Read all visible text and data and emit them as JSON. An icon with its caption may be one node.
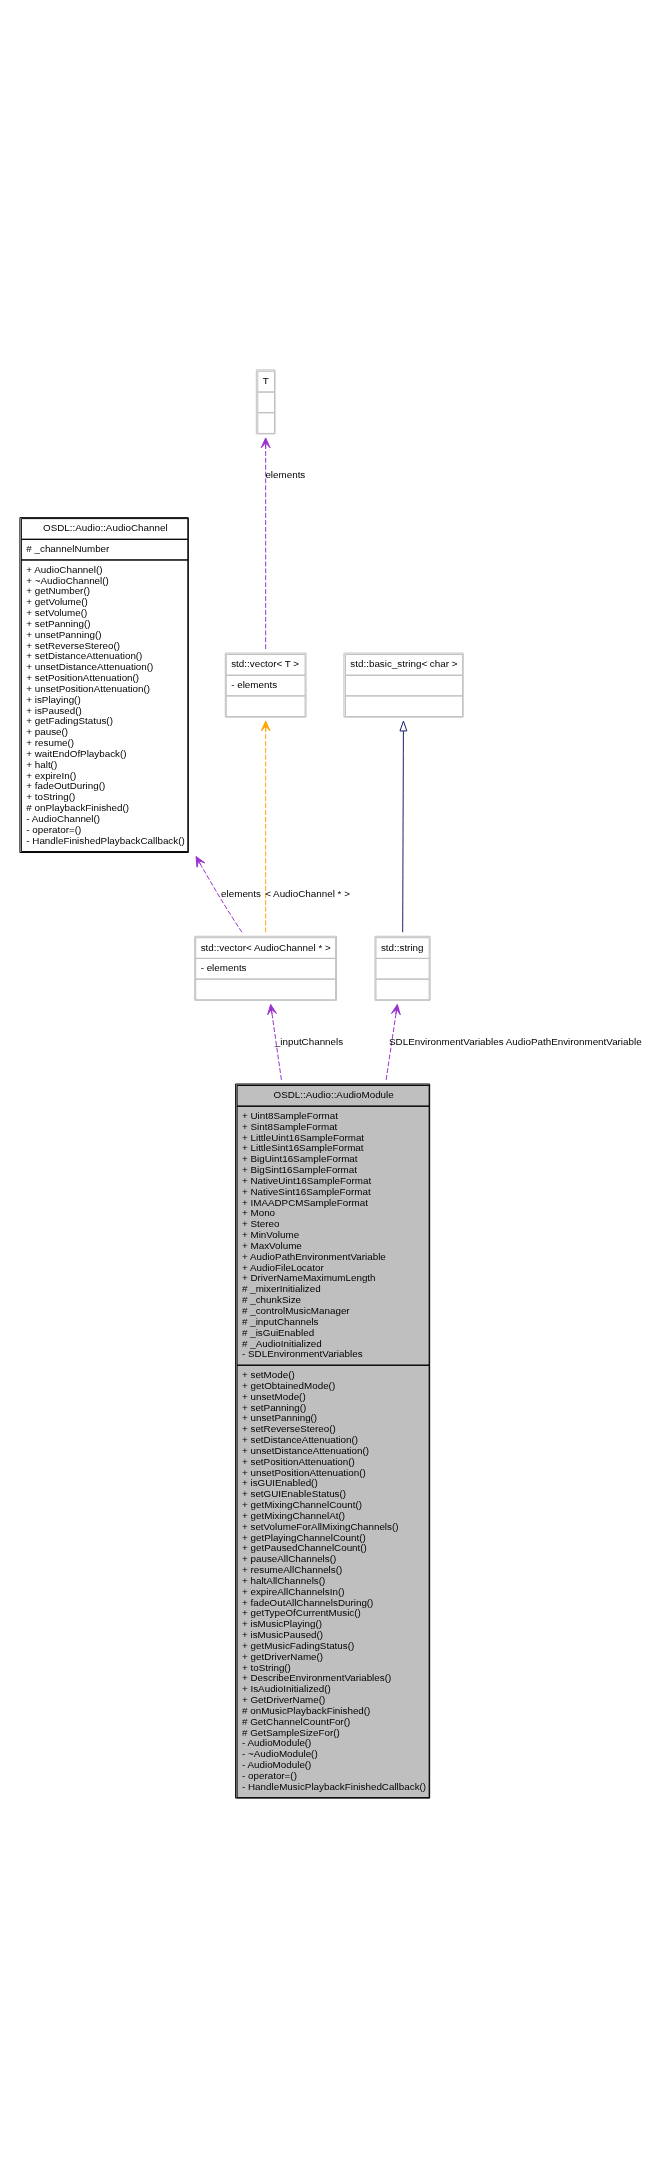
{
  "diagram": {
    "nodes": [
      {
        "text": [
          "T"
        ]
      },
      {
        "text": [
          "OSDL::Audio::AudioChannel",
          "# _channelNumber",
          "+ AudioChannel()",
          "+ ~AudioChannel()",
          "+ getNumber()",
          "+ getVolume()",
          "+ setVolume()",
          "+ setPanning()",
          "+ unsetPanning()",
          "+ setReverseStereo()",
          "+ setDistanceAttenuation()",
          "+ unsetDistanceAttenuation()",
          "+ setPositionAttenuation()",
          "+ unsetPositionAttenuation()",
          "+ isPlaying()",
          "+ isPaused()",
          "+ getFadingStatus()",
          "+ pause()",
          "+ resume()",
          "+ waitEndOfPlayback()",
          "+ halt()",
          "+ expireIn()",
          "+ fadeOutDuring()",
          "+ toString()",
          "# onPlaybackFinished()",
          "- AudioChannel()",
          "- operator=()",
          "- HandleFinishedPlaybackCallback()"
        ]
      },
      {
        "text": [
          "std::vector< T >",
          "- elements"
        ]
      },
      {
        "text": [
          "std::basic_string< char >"
        ]
      },
      {
        "text": [
          "std::vector< AudioChannel * >",
          "- elements"
        ]
      },
      {
        "text": [
          "std::string"
        ]
      },
      {
        "text": [
          "OSDL::Audio::AudioModule",
          "+ Uint8SampleFormat",
          "+ Sint8SampleFormat",
          "+ LittleUint16SampleFormat",
          "+ LittleSint16SampleFormat",
          "+ BigUint16SampleFormat",
          "+ BigSint16SampleFormat",
          "+ NativeUint16SampleFormat",
          "+ NativeSint16SampleFormat",
          "+ IMAADPCMSampleFormat",
          "+ Mono",
          "+ Stereo",
          "+ MinVolume",
          "+ MaxVolume",
          "+ AudioPathEnvironmentVariable",
          "+ AudioFileLocator",
          "+ DriverNameMaximumLength",
          "# _mixerInitialized",
          "# _chunkSize",
          "# _controlMusicManager",
          "# _inputChannels",
          "# _isGuiEnabled",
          "# _AudioInitialized",
          "- SDLEnvironmentVariables",
          "+ setMode()",
          "+ getObtainedMode()",
          "+ unsetMode()",
          "+ setPanning()",
          "+ unsetPanning()",
          "+ setReverseStereo()",
          "+ setDistanceAttenuation()",
          "+ unsetDistanceAttenuation()",
          "+ setPositionAttenuation()",
          "+ unsetPositionAttenuation()",
          "+ isGUIEnabled()",
          "+ setGUIEnableStatus()",
          "+ getMixingChannelCount()",
          "+ getMixingChannelAt()",
          "+ setVolumeForAllMixingChannels()",
          "+ getPlayingChannelCount()",
          "+ getPausedChannelCount()",
          "+ pauseAllChannels()",
          "+ resumeAllChannels()",
          "+ haltAllChannels()",
          "+ expireAllChannelsIn()",
          "+ fadeOutAllChannelsDuring()",
          "+ getTypeOfCurrentMusic()",
          "+ isMusicPlaying()",
          "+ isMusicPaused()",
          "+ getMusicFadingStatus()",
          "+ getDriverName()",
          "+ toString()",
          "+ DescribeEnvironmentVariables()",
          "+ IsAudioInitialized()",
          "+ GetDriverName()",
          "# onMusicPlaybackFinished()",
          "# GetChannelCountFor()",
          "# GetSampleSizeFor()",
          "- AudioModule()",
          "- ~AudioModule()",
          "- AudioModule()",
          "- operator=()",
          "- HandleMusicPlaybackFinishedCallback()"
        ]
      }
    ],
    "edges": [
      {
        "from": 2,
        "to": 0,
        "arrow": "to",
        "label": "elements",
        "style": "dashed"
      },
      {
        "from": 4,
        "to": 1,
        "arrow": "to",
        "label": "elements",
        "style": "dashed"
      },
      {
        "from": 4,
        "to": 2,
        "arrow": "to",
        "label": "< AudioChannel * >",
        "style": "dashed",
        "color": "#ffa500"
      },
      {
        "from": 5,
        "to": 3,
        "arrow": "to",
        "color": "#191970"
      },
      {
        "from": 6,
        "to": 4,
        "arrow": "to",
        "label": "_inputChannels",
        "style": "dashed"
      },
      {
        "from": 6,
        "to": 5,
        "arrow": "to",
        "label": "SDLEnvironmentVariables AudioPathEnvironmentVariable",
        "style": "dashed"
      }
    ]
  }
}
